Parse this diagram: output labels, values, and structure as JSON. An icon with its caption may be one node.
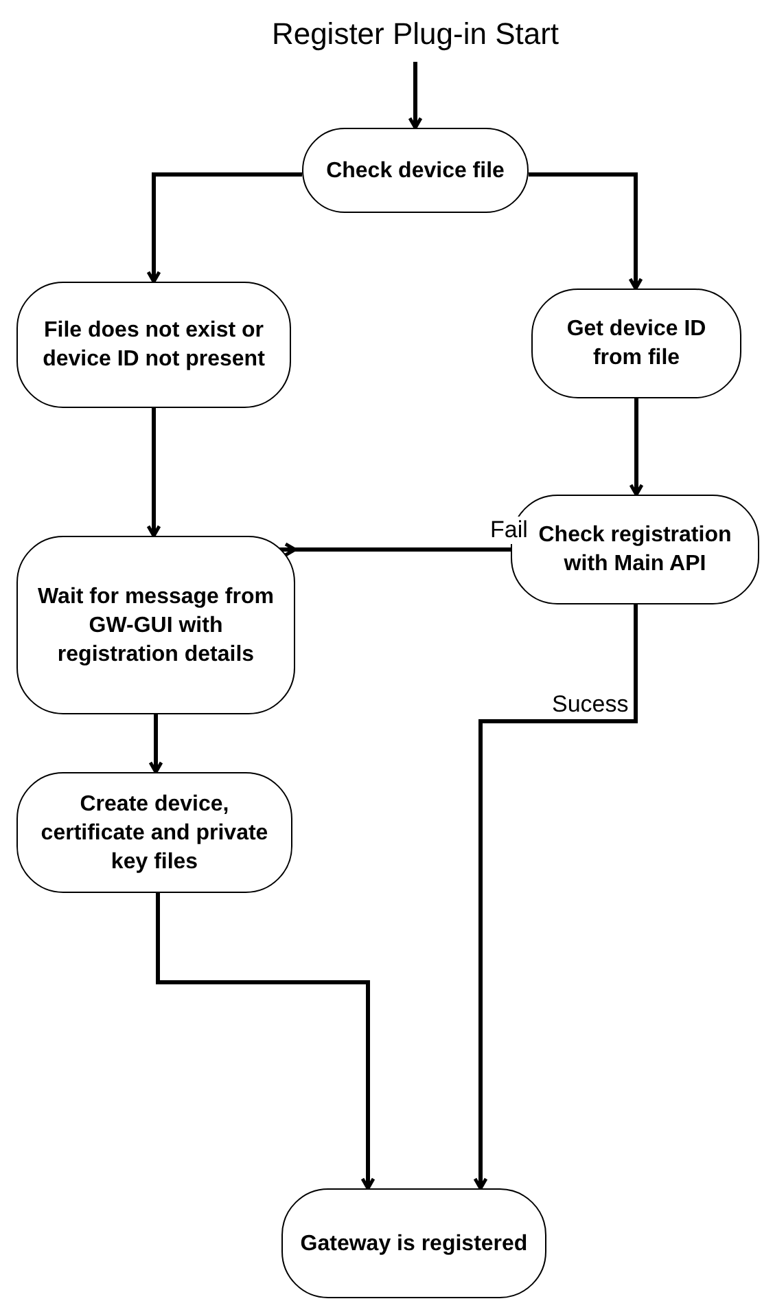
{
  "diagram": {
    "nodes": [
      {
        "text": [
          "Register Plug-in Start"
        ]
      },
      {
        "text": [
          "Check device file"
        ]
      },
      {
        "text": [
          "File does not exist or device ID not present"
        ]
      },
      {
        "text": [
          "Get device ID from file"
        ]
      },
      {
        "text": [
          "Check registration with Main API"
        ]
      },
      {
        "text": [
          "Wait for message from GW-GUI with registration details"
        ]
      },
      {
        "text": [
          "Create device, certificate and private key files"
        ]
      },
      {
        "text": [
          "Gateway is registered"
        ]
      }
    ],
    "edges": [
      {
        "from": 0,
        "to": 1,
        "arrow": "to"
      },
      {
        "from": 1,
        "to": 2,
        "arrow": "to"
      },
      {
        "from": 1,
        "to": 3,
        "arrow": "to"
      },
      {
        "from": 2,
        "to": 5,
        "arrow": "to"
      },
      {
        "from": 3,
        "to": 4,
        "arrow": "to"
      },
      {
        "from": 4,
        "to": 5,
        "label": "Fail",
        "arrow": "to"
      },
      {
        "from": 4,
        "to": 7,
        "label": "Sucess",
        "arrow": "to"
      },
      {
        "from": 5,
        "to": 6,
        "arrow": "to"
      },
      {
        "from": 6,
        "to": 7,
        "arrow": "to"
      }
    ]
  }
}
